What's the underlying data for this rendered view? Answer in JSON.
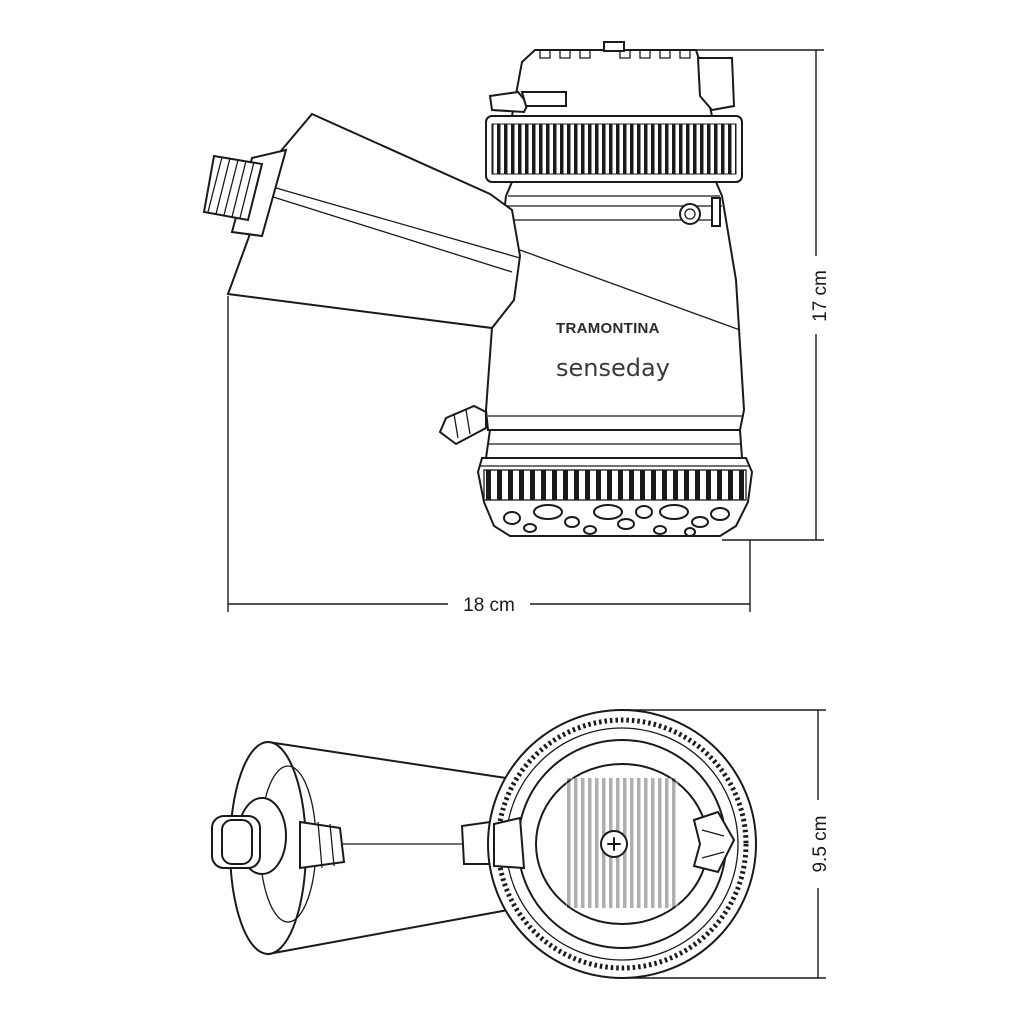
{
  "product": {
    "brand": "TRAMONTINA",
    "model": "senseday"
  },
  "dimensions": {
    "height": "17 cm",
    "width": "18 cm",
    "depth": "9.5 cm"
  },
  "colors": {
    "line": "#1a1a1a",
    "background": "#ffffff"
  }
}
